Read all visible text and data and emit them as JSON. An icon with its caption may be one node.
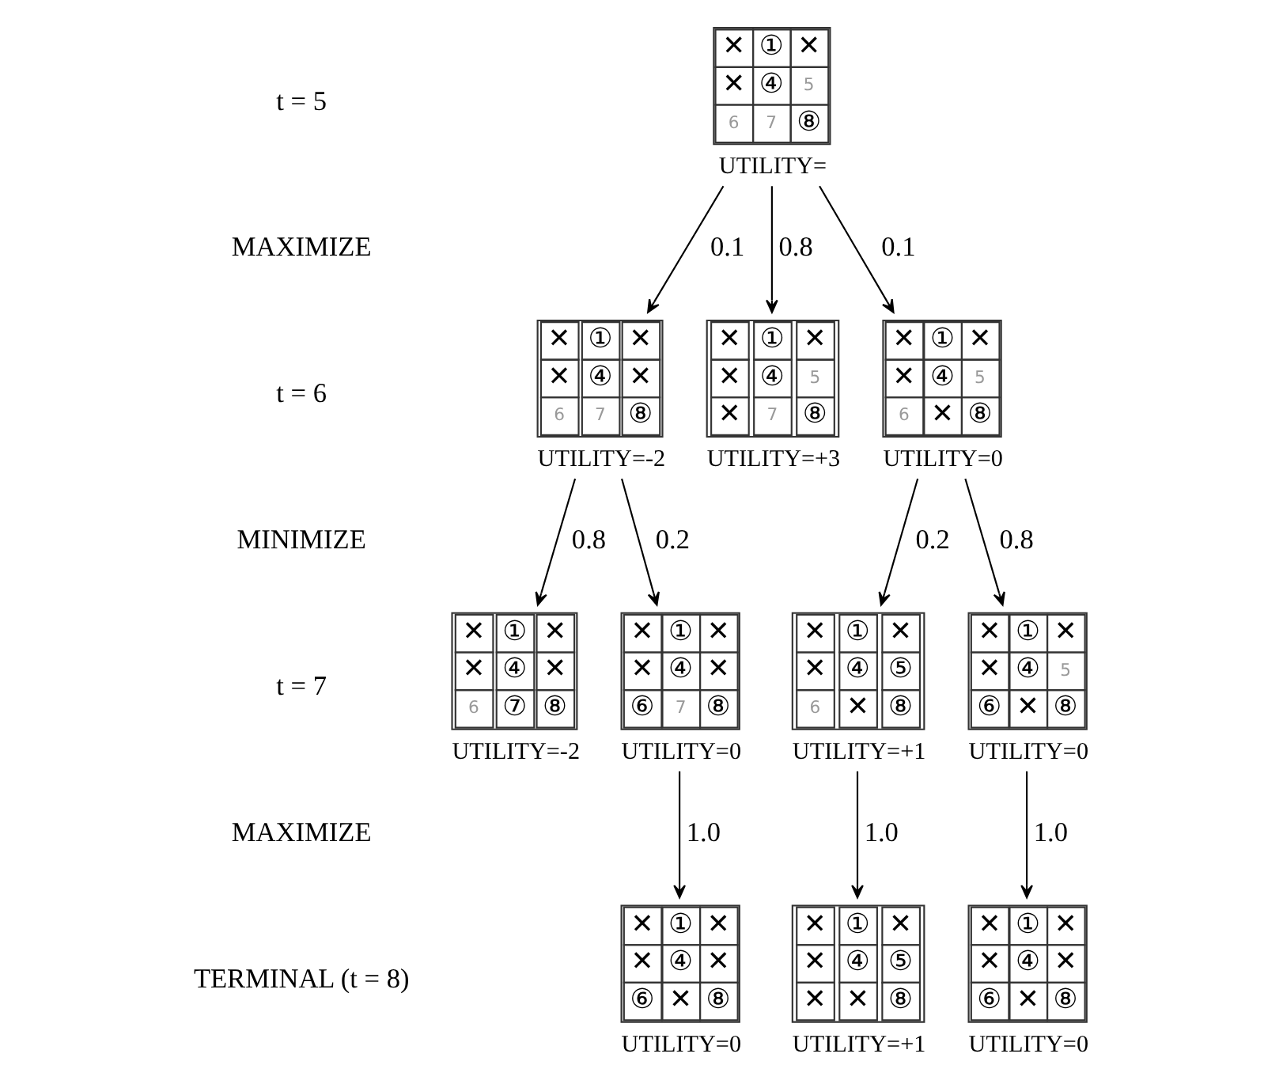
{
  "diagram": {
    "nodes": [
      {
        "text": [
          "✕",
          "①",
          "✕",
          "✕",
          "④",
          "5",
          "6",
          "7",
          "⑧"
        ],
        "beside": [
          "UTILITY="
        ]
      },
      {
        "text": [
          "✕",
          "①",
          "✕",
          "✕",
          "④",
          "✕",
          "6",
          "7",
          "⑧"
        ],
        "beside": [
          "UTILITY=-2"
        ]
      },
      {
        "text": [
          "✕",
          "①",
          "✕",
          "✕",
          "④",
          "5",
          "✕",
          "7",
          "⑧"
        ],
        "beside": [
          "UTILITY=+3"
        ]
      },
      {
        "text": [
          "✕",
          "①",
          "✕",
          "✕",
          "④",
          "5",
          "6",
          "✕",
          "⑧"
        ],
        "beside": [
          "UTILITY=0"
        ]
      },
      {
        "text": [
          "✕",
          "①",
          "✕",
          "✕",
          "④",
          "✕",
          "6",
          "⑦",
          "⑧"
        ],
        "beside": [
          "UTILITY=-2"
        ]
      },
      {
        "text": [
          "✕",
          "①",
          "✕",
          "✕",
          "④",
          "✕",
          "⑥",
          "7",
          "⑧"
        ],
        "beside": [
          "UTILITY=0"
        ]
      },
      {
        "text": [
          "✕",
          "①",
          "✕",
          "✕",
          "④",
          "⑤",
          "6",
          "✕",
          "⑧"
        ],
        "beside": [
          "UTILITY=+1"
        ]
      },
      {
        "text": [
          "✕",
          "①",
          "✕",
          "✕",
          "④",
          "5",
          "⑥",
          "✕",
          "⑧"
        ],
        "beside": [
          "UTILITY=0"
        ]
      },
      {
        "text": [
          "✕",
          "①",
          "✕",
          "✕",
          "④",
          "✕",
          "⑥",
          "✕",
          "⑧"
        ],
        "beside": [
          "UTILITY=0"
        ]
      },
      {
        "text": [
          "✕",
          "①",
          "✕",
          "✕",
          "④",
          "⑤",
          "✕",
          "✕",
          "⑧"
        ],
        "beside": [
          "UTILITY=+1"
        ]
      },
      {
        "text": [
          "✕",
          "①",
          "✕",
          "✕",
          "④",
          "✕",
          "⑥",
          "✕",
          "⑧"
        ],
        "beside": [
          "UTILITY=0"
        ]
      }
    ],
    "edges": [
      {
        "from": 0,
        "to": 1,
        "arrow": "to",
        "label": "0.1"
      },
      {
        "from": 0,
        "to": 2,
        "arrow": "to",
        "label": "0.8"
      },
      {
        "from": 0,
        "to": 3,
        "arrow": "to",
        "label": "0.1"
      },
      {
        "from": 1,
        "to": 4,
        "arrow": "to",
        "label": "0.8"
      },
      {
        "from": 1,
        "to": 5,
        "arrow": "to",
        "label": "0.2"
      },
      {
        "from": 3,
        "to": 6,
        "arrow": "to",
        "label": "0.2"
      },
      {
        "from": 3,
        "to": 7,
        "arrow": "to",
        "label": "0.8"
      },
      {
        "from": 5,
        "to": 8,
        "arrow": "to",
        "label": "1.0"
      },
      {
        "from": 6,
        "to": 9,
        "arrow": "to",
        "label": "1.0"
      },
      {
        "from": 7,
        "to": 10,
        "arrow": "to",
        "label": "1.0"
      }
    ],
    "labels": [
      "t = 5",
      "MAXIMIZE",
      "t = 6",
      "MINIMIZE",
      "t = 7",
      "MAXIMIZE",
      "TERMINAL (t = 8)"
    ]
  }
}
